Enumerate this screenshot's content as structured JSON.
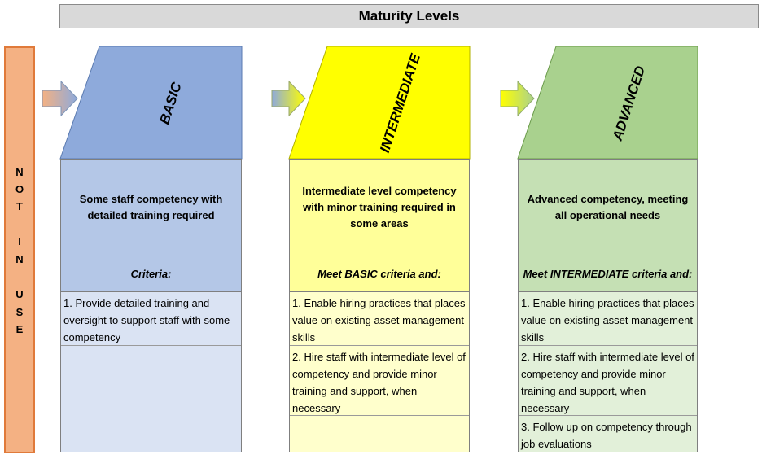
{
  "header": {
    "title": "Maturity Levels"
  },
  "not_in_use": {
    "letters": [
      "N",
      "O",
      "T",
      "I",
      "N",
      "U",
      "S",
      "E"
    ]
  },
  "columns": [
    {
      "title": "BASIC",
      "description": "Some staff competency with detailed training required",
      "criteria": "Criteria:",
      "items": [
        "1. Provide detailed training and oversight to support staff with some competency"
      ],
      "colors": {
        "top": "#8eaadb",
        "desc": "#b4c7e7",
        "crit": "#b4c7e7",
        "items": "#dae3f3"
      }
    },
    {
      "title": "INTERMEDIATE",
      "description": "Intermediate level competency with minor training required in some areas",
      "criteria": "Meet BASIC criteria and:",
      "items": [
        "1. Enable hiring practices that places value on existing asset management skills",
        "2. Hire staff with intermediate level of competency and provide minor training and support, when necessary"
      ],
      "colors": {
        "top": "#ffff00",
        "desc": "#ffff99",
        "crit": "#ffff99",
        "items": "#ffffcc"
      }
    },
    {
      "title": "ADVANCED",
      "description": "Advanced competency, meeting all operational needs",
      "criteria": "Meet INTERMEDIATE criteria and:",
      "items": [
        "1. Enable hiring practices that places value on existing asset management skills",
        "2. Hire staff with intermediate level of competency and provide minor training and support, when necessary",
        "3. Follow up on competency through job evaluations"
      ],
      "colors": {
        "top": "#a9d18e",
        "desc": "#c5e0b4",
        "crit": "#c5e0b4",
        "items": "#e2f0d9"
      }
    }
  ]
}
